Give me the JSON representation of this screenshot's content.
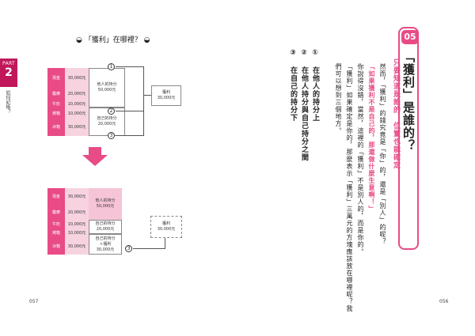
{
  "part": {
    "label": "PART",
    "number": "2",
    "subtitle": "如何記帳？"
  },
  "diagram": {
    "title": "「獲利」在哪裡？",
    "top": {
      "rows": [
        {
          "key": "現金",
          "value": "30,000元"
        },
        {
          "key": "醫療",
          "value": "20,000元"
        },
        {
          "key": "牛奶",
          "value": "10,000元"
        },
        {
          "key": "烤箱",
          "value": "10,000元"
        },
        {
          "key": "冰箱",
          "value": "30,000元"
        }
      ],
      "owner_others": {
        "label": "他人的持分",
        "amount": "50,000元"
      },
      "owner_self": {
        "label": "自己的持分",
        "amount": "20,000元"
      },
      "profit": {
        "label": "獲利",
        "amount": "30,000元"
      },
      "markers": [
        "1",
        "2",
        "3"
      ]
    },
    "bottom": {
      "rows": [
        {
          "key": "現金",
          "value": "30,000元"
        },
        {
          "key": "醫療",
          "value": "20,000元"
        },
        {
          "key": "牛奶",
          "value": "10,000元"
        },
        {
          "key": "烤箱",
          "value": "10,000元"
        },
        {
          "key": "冰箱",
          "value": "30,000元"
        }
      ],
      "owner_others": {
        "label": "他人的持分",
        "amount": "50,000元"
      },
      "owner_self": {
        "label": "自己的持分",
        "amount": "20,000元"
      },
      "owner_self_plus": {
        "label": "自己的持分",
        "plus": "＋獲利",
        "amount": "30,000元"
      },
      "profit": {
        "label": "獲利",
        "amount": "30,000元"
      },
      "marker": "3"
    }
  },
  "questions": [
    "① 在他人的持分上",
    "② 在他人持分與自己持分之間",
    "③ 在自己的持分下"
  ],
  "page_left": "057",
  "page_right": "056",
  "chapter": {
    "number": "05",
    "title": "「獲利」是誰的？",
    "subtitle": "只要知道是誰的，位置也能確定"
  },
  "body": {
    "line1": "然而，「獲利」的錢究竟是「你」的，還是「別人」的呢？",
    "line2": "「如果獲利不是自己的，那還做什麼生意啊！」",
    "line3": "你說得沒錯，當然，這裡的「獲利」不是別人的，而是你的。",
    "line4": "「獲利」如果確定是你的，那麼表示「獲利」三萬元的方塊應該放在哪裡呢？我",
    "line5": "們可以想到三個地方。"
  },
  "colors": {
    "accent": "#e84b86",
    "accent_dark": "#c0185a",
    "accent_light": "#f7d3e0"
  }
}
